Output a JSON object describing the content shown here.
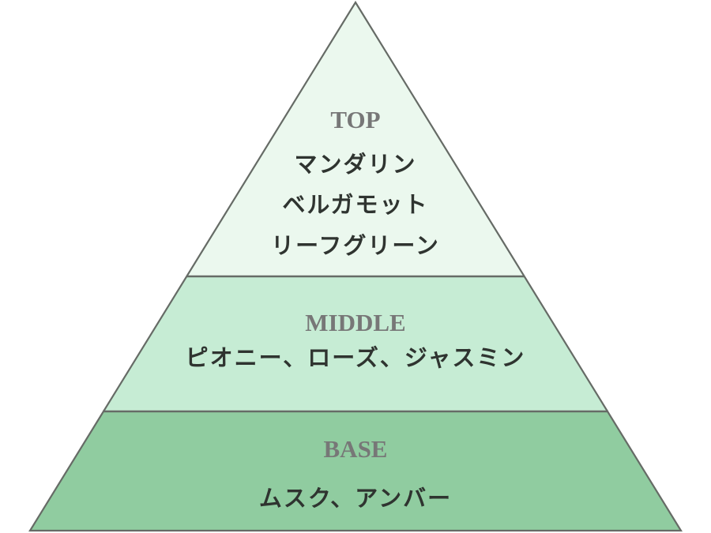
{
  "diagram": {
    "type": "fragrance-note-pyramid",
    "colors": {
      "outline": "#666b66",
      "top_fill": "#ebf8ee",
      "middle_fill": "#c6ecd4",
      "base_fill": "#90cca0",
      "label_color": "#777777",
      "note_color": "#2f3430"
    },
    "tiers": [
      {
        "id": "top",
        "label": "TOP",
        "notes": [
          "マンダリン",
          "ベルガモット",
          "リーフグリーン"
        ]
      },
      {
        "id": "middle",
        "label": "MIDDLE",
        "notes": [
          "ピオニー、ローズ、ジャスミン"
        ]
      },
      {
        "id": "base",
        "label": "BASE",
        "notes": [
          "ムスク、アンバー"
        ]
      }
    ]
  }
}
